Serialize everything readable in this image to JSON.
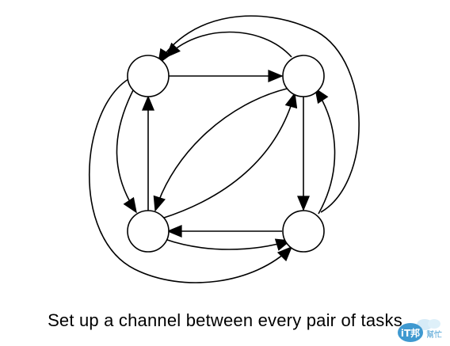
{
  "diagram": {
    "nodes": [
      "task-top-left",
      "task-top-right",
      "task-bottom-left",
      "task-bottom-right"
    ],
    "edges": [
      {
        "from": "task-top-left",
        "to": "task-top-right"
      },
      {
        "from": "task-top-right",
        "to": "task-top-left"
      },
      {
        "from": "task-top-left",
        "to": "task-bottom-left"
      },
      {
        "from": "task-bottom-left",
        "to": "task-top-left"
      },
      {
        "from": "task-bottom-left",
        "to": "task-bottom-right"
      },
      {
        "from": "task-bottom-right",
        "to": "task-bottom-left"
      },
      {
        "from": "task-top-right",
        "to": "task-bottom-right"
      },
      {
        "from": "task-bottom-right",
        "to": "task-top-right"
      },
      {
        "from": "task-top-right",
        "to": "task-bottom-left"
      },
      {
        "from": "task-bottom-left",
        "to": "task-top-right"
      },
      {
        "from": "task-top-left",
        "to": "task-bottom-right"
      },
      {
        "from": "task-bottom-right",
        "to": "task-top-left"
      }
    ],
    "colors": {
      "stroke": "#000000",
      "node_fill": "#ffffff",
      "background": "#ffffff"
    }
  },
  "caption": "Set up a channel between every pair of tasks",
  "watermark": {
    "brand_text": "iT邦",
    "sub_text": "幫忙",
    "colors": {
      "primary": "#1e88c8",
      "secondary": "#7fc4ea"
    }
  }
}
